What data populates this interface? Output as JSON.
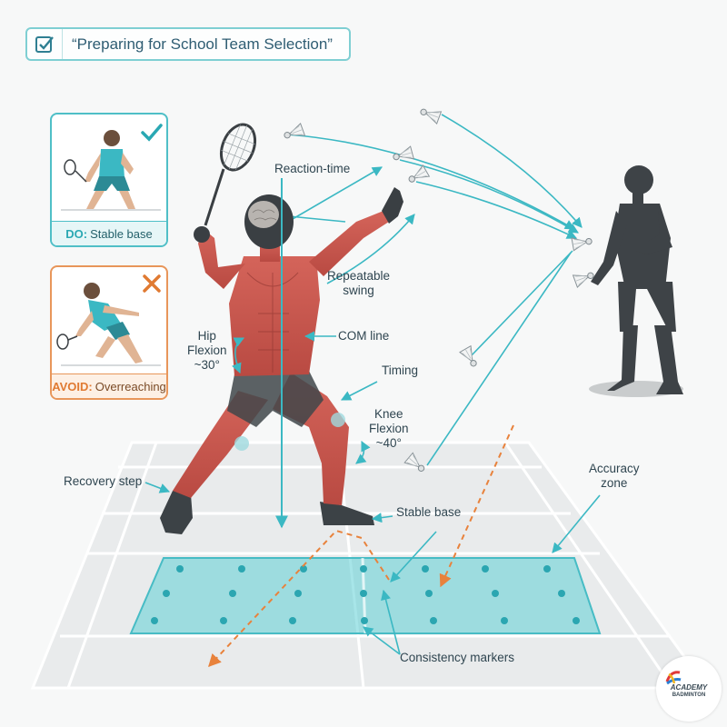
{
  "title": "“Preparing for School Team Selection”",
  "cards": {
    "do": {
      "prefix": "DO:",
      "text": "Stable base"
    },
    "avoid": {
      "prefix": "AVOID:",
      "text": "Overreaching"
    }
  },
  "annotations": {
    "reaction_time": "Reaction-time",
    "repeatable_swing_1": "Repeatable",
    "repeatable_swing_2": "swing",
    "com_line": "COM line",
    "hip_flexion_1": "Hip",
    "hip_flexion_2": "Flexion",
    "hip_flexion_3": "~30°",
    "timing": "Timing",
    "knee_flexion_1": "Knee",
    "knee_flexion_2": "Flexion",
    "knee_flexion_3": "~40°",
    "recovery_step": "Recovery step",
    "accuracy_zone_1": "Accuracy",
    "accuracy_zone_2": "zone",
    "stable_base": "Stable base",
    "consistency_markers": "Consistency markers"
  },
  "logo": {
    "line1": "ACADEMY",
    "line2": "BADMINTON"
  },
  "colors": {
    "accent_teal": "#3bb8c3",
    "avoid_orange": "#e8965a",
    "muscle_red": "#c9584e",
    "court_line": "#ffffff",
    "accuracy_zone": "#5fcfd6",
    "feeder_silhouette": "#3e4347"
  },
  "icons": [
    "checkbox-check-icon",
    "check-icon",
    "cross-icon",
    "shuttlecock-icon",
    "academy-logo-icon"
  ]
}
